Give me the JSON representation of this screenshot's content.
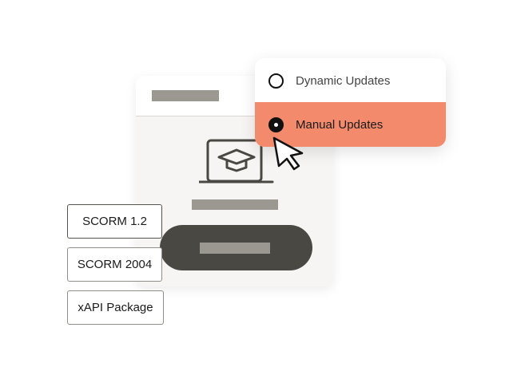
{
  "menu": {
    "options": [
      {
        "label": "Dynamic Updates",
        "selected": false
      },
      {
        "label": "Manual Updates",
        "selected": true
      }
    ],
    "highlight_color": "#f28a6b"
  },
  "formats": [
    {
      "label": "SCORM 1.2"
    },
    {
      "label": "SCORM 2004"
    },
    {
      "label": "xAPI Package"
    }
  ],
  "card": {
    "icon": "laptop-graduation-cap-icon",
    "button_color": "#494842"
  }
}
